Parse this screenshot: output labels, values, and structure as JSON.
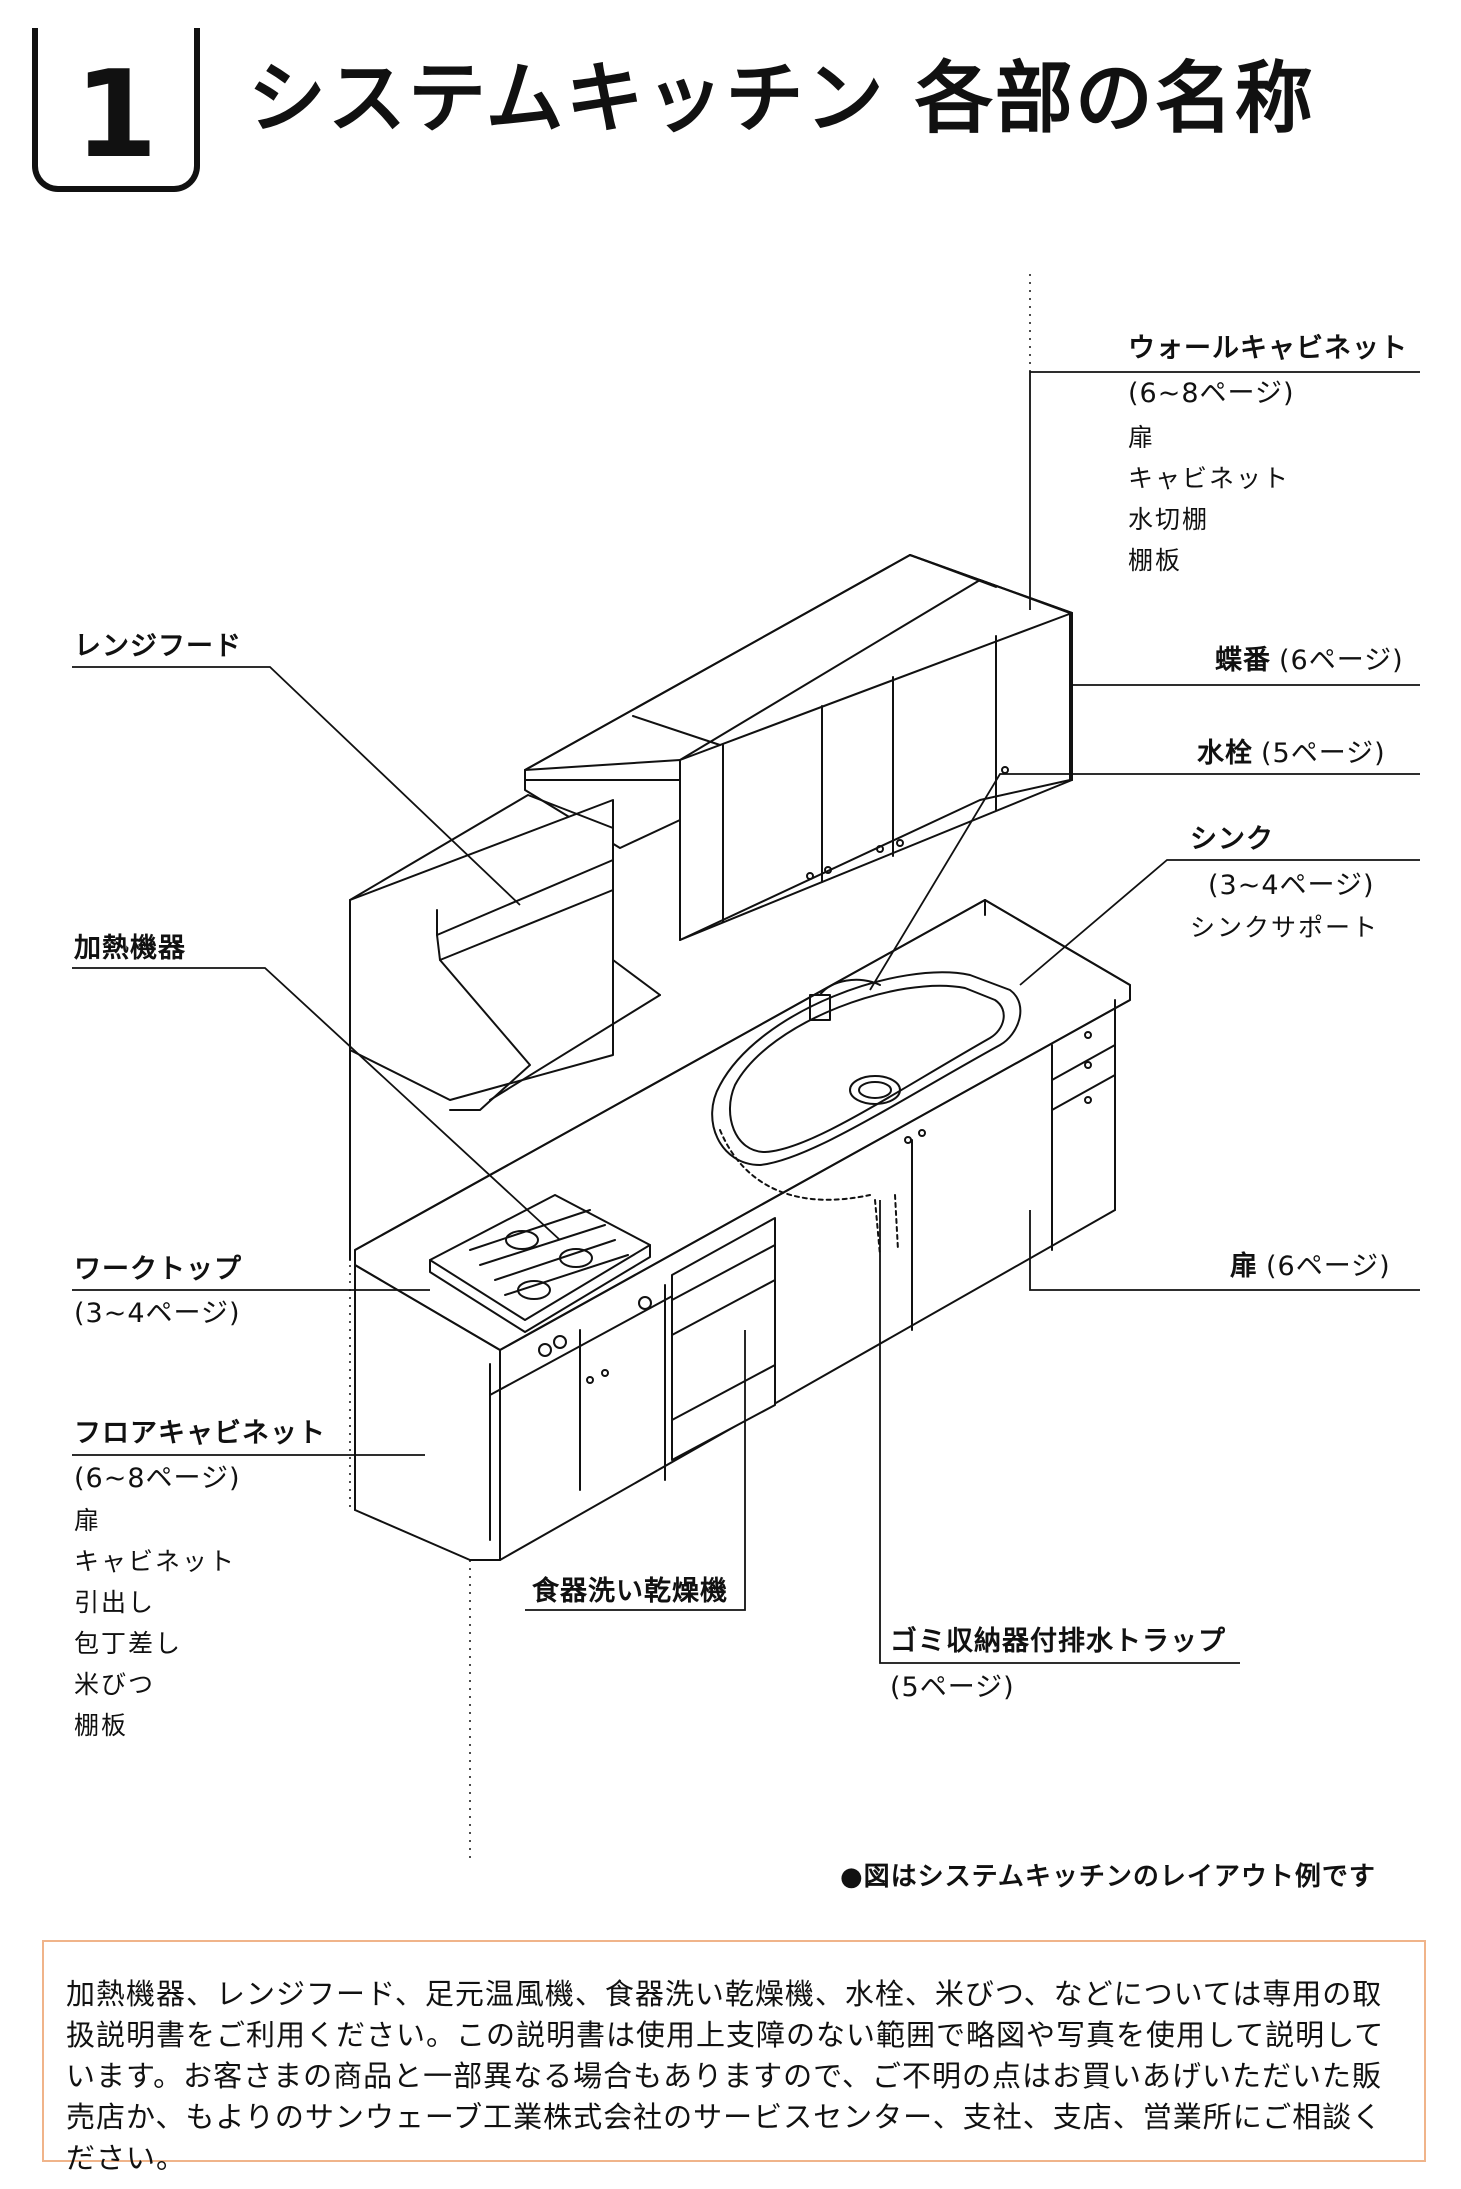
{
  "header": {
    "number": "1",
    "title": "システムキッチン 各部の名称"
  },
  "labels": {
    "wall_cabinet": {
      "name": "ウォールキャビネット",
      "pages": "(6~8ページ)",
      "parts": [
        "扉",
        "キャビネット",
        "水切棚",
        "棚板"
      ]
    },
    "hinge": {
      "name": "蝶番",
      "pages": "(6ページ)"
    },
    "faucet": {
      "name": "水栓",
      "pages": "(5ページ)"
    },
    "sink": {
      "name": "シンク",
      "pages": "(3~4ページ)",
      "parts": [
        "シンクサポート"
      ]
    },
    "door": {
      "name": "扉",
      "pages": "(6ページ)"
    },
    "range_hood": {
      "name": "レンジフード"
    },
    "heater": {
      "name": "加熱機器"
    },
    "worktop": {
      "name": "ワークトップ",
      "pages": "(3~4ページ)"
    },
    "floor_cabinet": {
      "name": "フロアキャビネット",
      "pages": "(6~8ページ)",
      "parts": [
        "扉",
        "キャビネット",
        "引出し",
        "包丁差し",
        "米びつ",
        "棚板"
      ]
    },
    "dishwasher": {
      "name": "食器洗い乾燥機"
    },
    "trap": {
      "name": "ゴミ収納器付排水トラップ",
      "pages": "(5ページ)"
    }
  },
  "note": "●図はシステムキッチンのレイアウト例です",
  "notice": "加熱機器、レンジフード、足元温風機、食器洗い乾燥機、水栓、米びつ、などについては専用の取扱説明書をご利用ください。この説明書は使用上支障のない範囲で略図や写真を使用して説明しています。お客さまの商品と一部異なる場合もありますので、ご不明の点はお買いあげいただいた販売店か、もよりのサンウェーブ工業株式会社のサービスセンター、支社、支店、営業所にご相談ください。"
}
